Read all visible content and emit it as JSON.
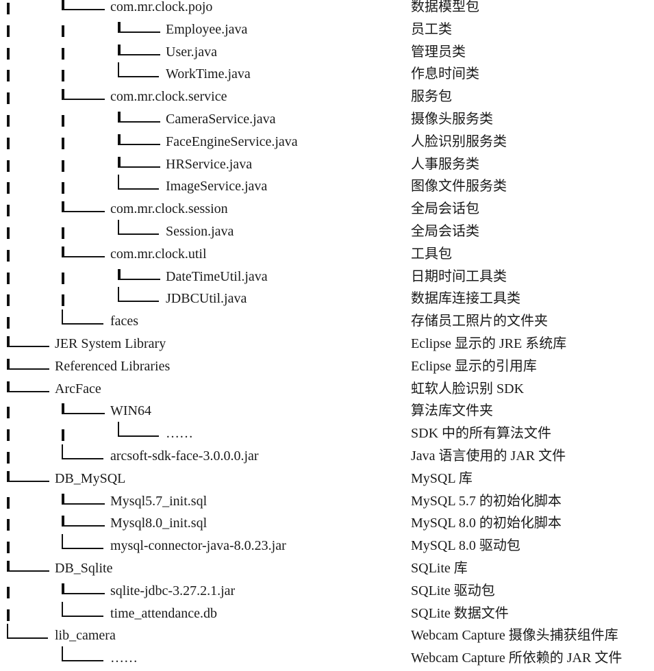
{
  "rows": [
    {
      "depth": 2,
      "type": "tee",
      "name": "com.mr.clock.pojo",
      "desc": "数据模型包"
    },
    {
      "depth": 3,
      "type": "tee",
      "name": "Employee.java",
      "desc": "员工类"
    },
    {
      "depth": 3,
      "type": "tee",
      "name": "User.java",
      "desc": "管理员类"
    },
    {
      "depth": 3,
      "type": "corner",
      "name": "WorkTime.java",
      "desc": "作息时间类"
    },
    {
      "depth": 2,
      "type": "tee",
      "name": "com.mr.clock.service",
      "desc": "服务包"
    },
    {
      "depth": 3,
      "type": "tee",
      "name": "CameraService.java",
      "desc": "摄像头服务类"
    },
    {
      "depth": 3,
      "type": "tee",
      "name": "FaceEngineService.java",
      "desc": "人脸识别服务类"
    },
    {
      "depth": 3,
      "type": "tee",
      "name": "HRService.java",
      "desc": "人事服务类"
    },
    {
      "depth": 3,
      "type": "corner",
      "name": "ImageService.java",
      "desc": "图像文件服务类"
    },
    {
      "depth": 2,
      "type": "tee",
      "name": "com.mr.clock.session",
      "desc": "全局会话包"
    },
    {
      "depth": 3,
      "type": "corner",
      "name": "Session.java",
      "desc": "全局会话类"
    },
    {
      "depth": 2,
      "type": "tee",
      "name": "com.mr.clock.util",
      "desc": "工具包"
    },
    {
      "depth": 3,
      "type": "tee",
      "name": "DateTimeUtil.java",
      "desc": "日期时间工具类"
    },
    {
      "depth": 3,
      "type": "corner",
      "name": "JDBCUtil.java",
      "desc": "数据库连接工具类"
    },
    {
      "depth": 2,
      "type": "corner",
      "name": "faces",
      "desc": "存储员工照片的文件夹"
    },
    {
      "depth": 1,
      "type": "tee",
      "name": "JER System Library",
      "desc": "Eclipse 显示的 JRE 系统库"
    },
    {
      "depth": 1,
      "type": "tee",
      "name": "Referenced Libraries",
      "desc": "Eclipse 显示的引用库"
    },
    {
      "depth": 1,
      "type": "tee",
      "name": "ArcFace",
      "desc": "虹软人脸识别 SDK"
    },
    {
      "depth": 2,
      "type": "tee",
      "name": "WIN64",
      "desc": "算法库文件夹"
    },
    {
      "depth": 3,
      "type": "corner",
      "name": "……",
      "desc": "SDK 中的所有算法文件"
    },
    {
      "depth": 2,
      "type": "corner",
      "name": "arcsoft-sdk-face-3.0.0.0.jar",
      "desc": "Java 语言使用的 JAR 文件"
    },
    {
      "depth": 1,
      "type": "tee",
      "name": "DB_MySQL",
      "desc": "MySQL 库"
    },
    {
      "depth": 2,
      "type": "tee",
      "name": "Mysql5.7_init.sql",
      "desc": "MySQL 5.7 的初始化脚本"
    },
    {
      "depth": 2,
      "type": "tee",
      "name": "Mysql8.0_init.sql",
      "desc": "MySQL 8.0 的初始化脚本"
    },
    {
      "depth": 2,
      "type": "corner",
      "name": "mysql-connector-java-8.0.23.jar",
      "desc": "MySQL 8.0 驱动包"
    },
    {
      "depth": 1,
      "type": "tee",
      "name": "DB_Sqlite",
      "desc": "SQLite 库"
    },
    {
      "depth": 2,
      "type": "tee",
      "name": "sqlite-jdbc-3.27.2.1.jar",
      "desc": "SQLite 驱动包"
    },
    {
      "depth": 2,
      "type": "corner",
      "name": "time_attendance.db",
      "desc": "SQLite 数据文件"
    },
    {
      "depth": 1,
      "type": "corner",
      "name": "lib_camera",
      "desc": "Webcam Capture 摄像头捕获组件库"
    },
    {
      "depth": 2,
      "type": "corner",
      "name": "……",
      "desc": "Webcam Capture 所依赖的 JAR 文件"
    }
  ]
}
